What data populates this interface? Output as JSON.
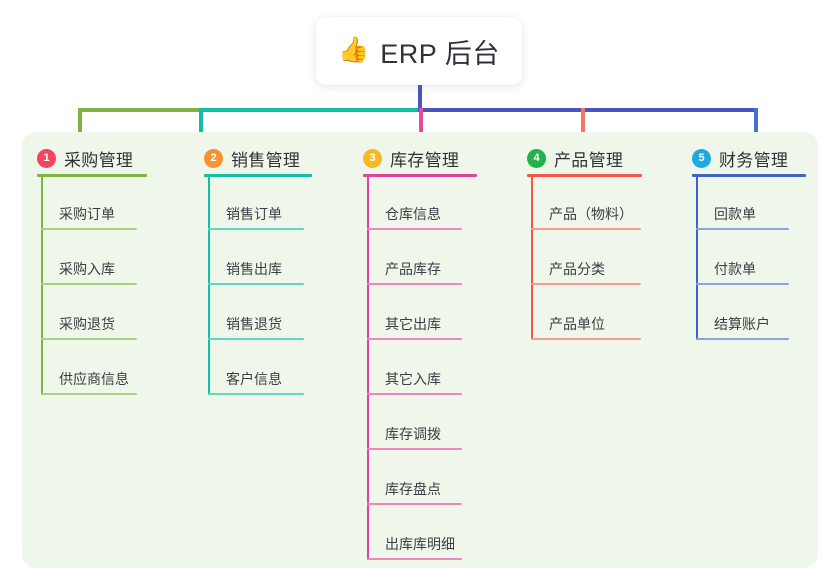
{
  "title": {
    "icon": "thumbs-up-icon",
    "emoji": "👍",
    "text": "ERP 后台"
  },
  "colors": {
    "panel_bg": "#eef7e9",
    "page_bg": "#ffffff",
    "title_text": "#2f3338",
    "trunk": "#4a55c0",
    "connector_green": "#7cb342",
    "connector_teal": "#12bfa4",
    "connector_blue": "#4a55c0",
    "drop_green": "#7cb342",
    "drop_teal": "#12bfa4",
    "drop_pink": "#ec4899",
    "drop_red": "#f4756c",
    "drop_blue": "#4a6fd4"
  },
  "columns": [
    {
      "number": "1",
      "title": "采购管理",
      "badge_color": "#f2455f",
      "line_color": "#7cb342",
      "leaf_line_color": "#a8d183",
      "items": [
        {
          "label": "采购订单"
        },
        {
          "label": "采购入库"
        },
        {
          "label": "采购退货"
        },
        {
          "label": "供应商信息"
        }
      ]
    },
    {
      "number": "2",
      "title": "销售管理",
      "badge_color": "#f79234",
      "line_color": "#12bfa4",
      "leaf_line_color": "#62d5c3",
      "items": [
        {
          "label": "销售订单"
        },
        {
          "label": "销售出库"
        },
        {
          "label": "销售退货"
        },
        {
          "label": "客户信息"
        }
      ]
    },
    {
      "number": "3",
      "title": "库存管理",
      "badge_color": "#f7b924",
      "line_color": "#e2439c",
      "leaf_line_color": "#ef86c0",
      "items": [
        {
          "label": "仓库信息"
        },
        {
          "label": "产品库存"
        },
        {
          "label": "其它出库"
        },
        {
          "label": "其它入库"
        },
        {
          "label": "库存调拨"
        },
        {
          "label": "库存盘点"
        },
        {
          "label": "出库库明细"
        }
      ]
    },
    {
      "number": "4",
      "title": "产品管理",
      "badge_color": "#21b24b",
      "line_color": "#f4564a",
      "leaf_line_color": "#f89a93",
      "items": [
        {
          "label": "产品（物料）"
        },
        {
          "label": "产品分类"
        },
        {
          "label": "产品单位"
        }
      ]
    },
    {
      "number": "5",
      "title": "财务管理",
      "badge_color": "#1eaae0",
      "line_color": "#3f62cb",
      "leaf_line_color": "#8ba5e2",
      "items": [
        {
          "label": "回款单"
        },
        {
          "label": "付款单"
        },
        {
          "label": "结算账户"
        }
      ]
    }
  ]
}
